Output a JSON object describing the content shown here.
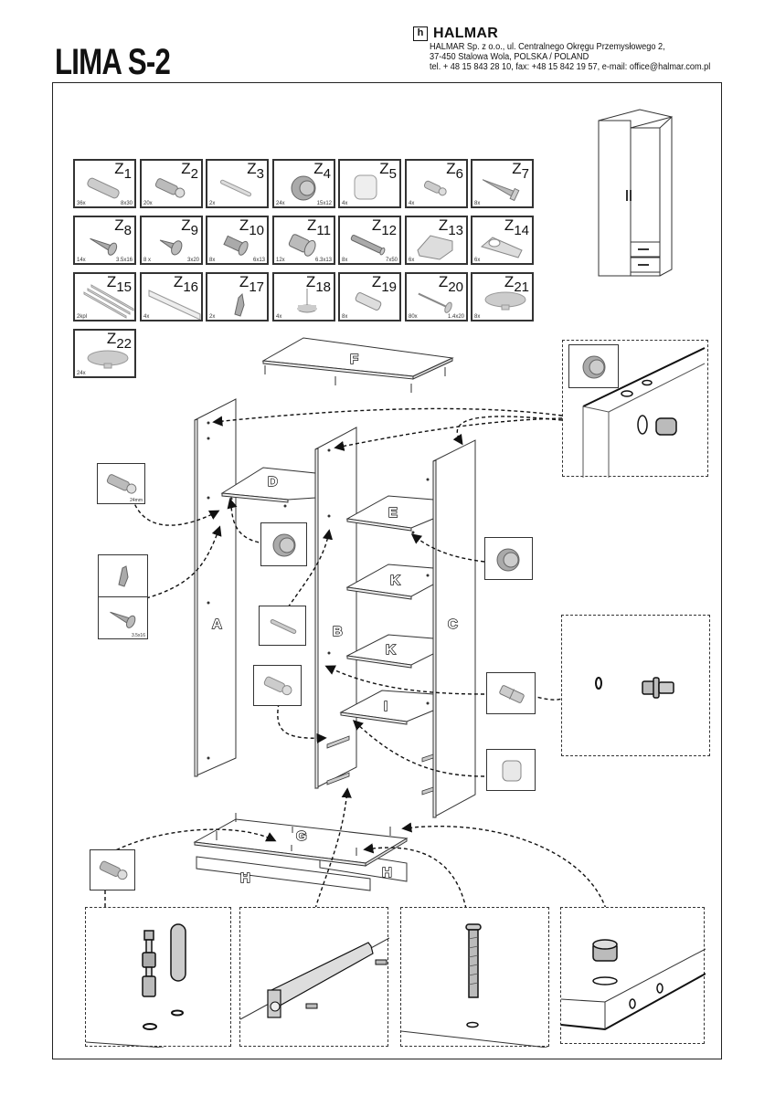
{
  "document": {
    "title": "LIMA S-2",
    "brand": {
      "logo_glyph": "h",
      "name": "HALMAR",
      "address_line1": "HALMAR Sp. z o.o., ul. Centralnego Okręgu Przemysłowego 2,",
      "address_line2": "37-450 Stalowa Wola, POLSKA  / POLAND",
      "address_line3": "tel. + 48 15 843 28 10, fax: +48 15 842 19 57, e-mail: office@halmar.com.pl"
    }
  },
  "parts": [
    {
      "code": "Z",
      "num": "1",
      "qty": "36x",
      "size": "8x30",
      "icon": "wooden-dowel-icon"
    },
    {
      "code": "Z",
      "num": "2",
      "qty": "20x",
      "size": "",
      "icon": "cam-bolt-icon"
    },
    {
      "code": "Z",
      "num": "3",
      "qty": "2x",
      "size": "",
      "icon": "double-pin-icon"
    },
    {
      "code": "Z",
      "num": "4",
      "qty": "24x",
      "size": "15x12",
      "icon": "cam-lock-icon"
    },
    {
      "code": "Z",
      "num": "5",
      "qty": "4x",
      "size": "",
      "icon": "plastic-connector-icon"
    },
    {
      "code": "Z",
      "num": "6",
      "qty": "4x",
      "size": "",
      "icon": "expansion-bolt-icon"
    },
    {
      "code": "Z",
      "num": "7",
      "qty": "8x",
      "size": "",
      "icon": "flat-head-screw-icon"
    },
    {
      "code": "Z",
      "num": "8",
      "qty": "14x",
      "size": "3.5x16",
      "icon": "wood-screw-icon"
    },
    {
      "code": "Z",
      "num": "9",
      "qty": "8 x",
      "size": "3x20",
      "icon": "pan-head-screw-icon"
    },
    {
      "code": "Z",
      "num": "10",
      "qty": "8x",
      "size": "6x13",
      "icon": "euro-screw-icon"
    },
    {
      "code": "Z",
      "num": "11",
      "qty": "12x",
      "size": "6.3x13",
      "icon": "confirmat-screw-icon"
    },
    {
      "code": "Z",
      "num": "12",
      "qty": "8x",
      "size": "7x50",
      "icon": "long-screw-icon"
    },
    {
      "code": "Z",
      "num": "13",
      "qty": "6x",
      "size": "",
      "icon": "hinge-plate-icon"
    },
    {
      "code": "Z",
      "num": "14",
      "qty": "6x",
      "size": "",
      "icon": "cup-hinge-icon"
    },
    {
      "code": "Z",
      "num": "15",
      "qty": "2kpl",
      "size": "",
      "icon": "drawer-runners-icon"
    },
    {
      "code": "Z",
      "num": "16",
      "qty": "4x",
      "size": "",
      "icon": "plinth-bar-icon"
    },
    {
      "code": "Z",
      "num": "17",
      "qty": "2x",
      "size": "",
      "icon": "wall-bracket-icon"
    },
    {
      "code": "Z",
      "num": "18",
      "qty": "4x",
      "size": "",
      "icon": "glide-foot-icon"
    },
    {
      "code": "Z",
      "num": "19",
      "qty": "8x",
      "size": "",
      "icon": "shelf-pin-icon"
    },
    {
      "code": "Z",
      "num": "20",
      "qty": "80x",
      "size": "1.4x20",
      "icon": "nail-icon"
    },
    {
      "code": "Z",
      "num": "21",
      "qty": "8x",
      "size": "",
      "icon": "cover-cap-icon"
    },
    {
      "code": "Z",
      "num": "22",
      "qty": "24x",
      "size": "",
      "icon": "cover-cap-small-icon"
    }
  ],
  "panels": {
    "top": "F",
    "left_side": "A",
    "middle": "B",
    "right_side": "C",
    "shelf_d": "D",
    "shelf_e": "E",
    "shelf_k1": "K",
    "shelf_k2": "K",
    "shelf_i": "I",
    "bottom": "G",
    "plinth_front": "H",
    "plinth_back": "H"
  },
  "callouts": {
    "cam_bolt_note": "24mm",
    "screw_note": "3.5x16"
  }
}
